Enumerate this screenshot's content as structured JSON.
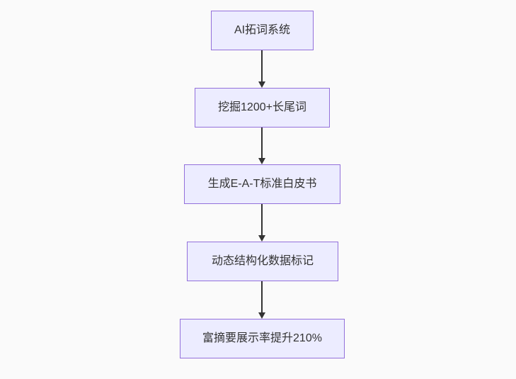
{
  "diagram": {
    "type": "flowchart",
    "direction": "top-down",
    "colors": {
      "node_fill": "#ECECFF",
      "node_border": "#9370DB",
      "arrow": "#333333",
      "text": "#333333",
      "background": "#fafafa"
    },
    "nodes": [
      {
        "label": "AI拓词系统"
      },
      {
        "label": "挖掘1200+长尾词"
      },
      {
        "label": "生成E-A-T标准白皮书"
      },
      {
        "label": "动态结构化数据标记"
      },
      {
        "label": "富摘要展示率提升210%"
      }
    ],
    "edges": [
      {
        "from": "AI拓词系统",
        "to": "挖掘1200+长尾词"
      },
      {
        "from": "挖掘1200+长尾词",
        "to": "生成E-A-T标准白皮书"
      },
      {
        "from": "生成E-A-T标准白皮书",
        "to": "动态结构化数据标记"
      },
      {
        "from": "动态结构化数据标记",
        "to": "富摘要展示率提升210%"
      }
    ]
  }
}
